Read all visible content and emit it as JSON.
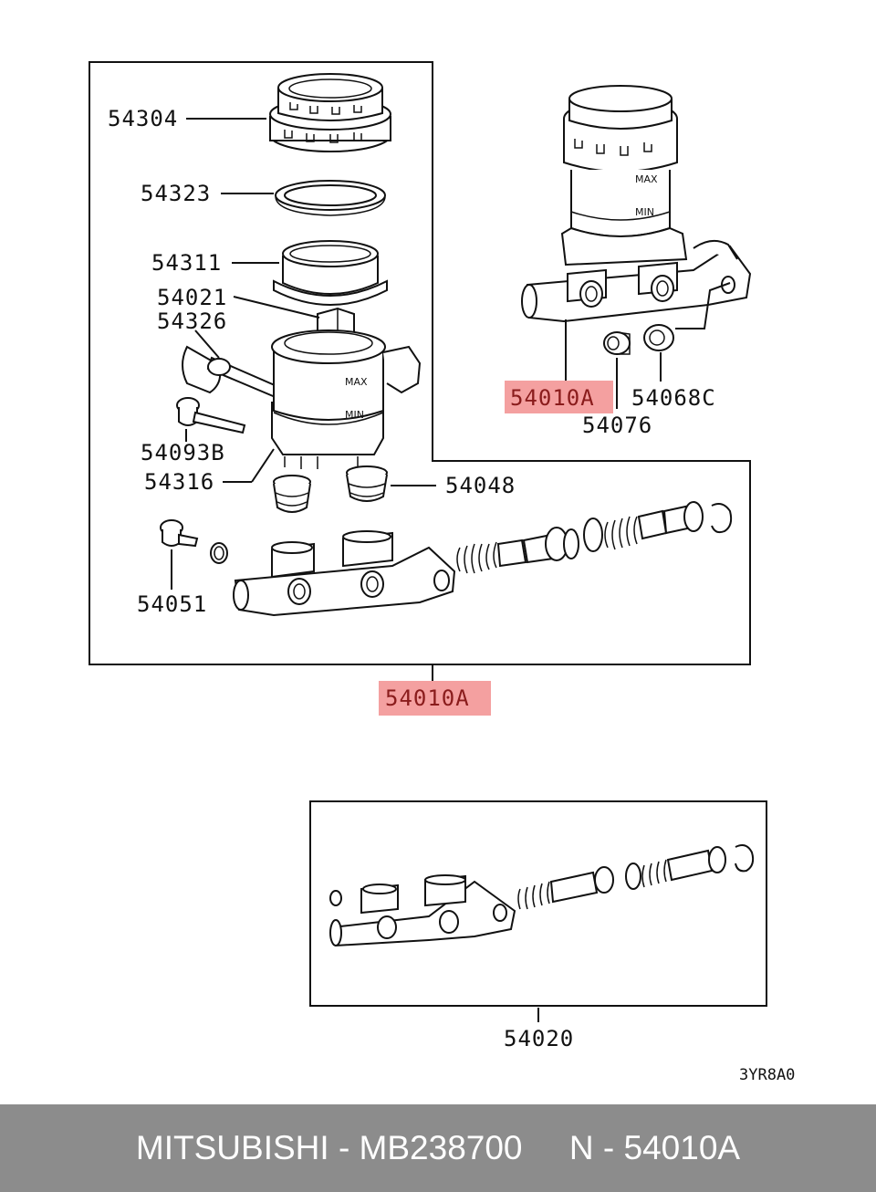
{
  "labels": {
    "p54304": "54304",
    "p54323": "54323",
    "p54311": "54311",
    "p54021": "54021",
    "p54326": "54326",
    "p54093B": "54093B",
    "p54316": "54316",
    "p54048": "54048",
    "p54051": "54051",
    "p54076": "54076",
    "p54068C": "54068C",
    "p54020": "54020",
    "highlight_top": "54010A",
    "highlight_main": "54010A",
    "max_mark": "MAX",
    "min_mark": "MIN",
    "diagram_code": "3YR8A0"
  },
  "colors": {
    "highlight": "#f4a0a0",
    "footer_bg": "#8c8c8c",
    "footer_text": "#ffffff"
  },
  "footer": {
    "text": "MITSUBISHI - MB238700     N - 54010A"
  }
}
